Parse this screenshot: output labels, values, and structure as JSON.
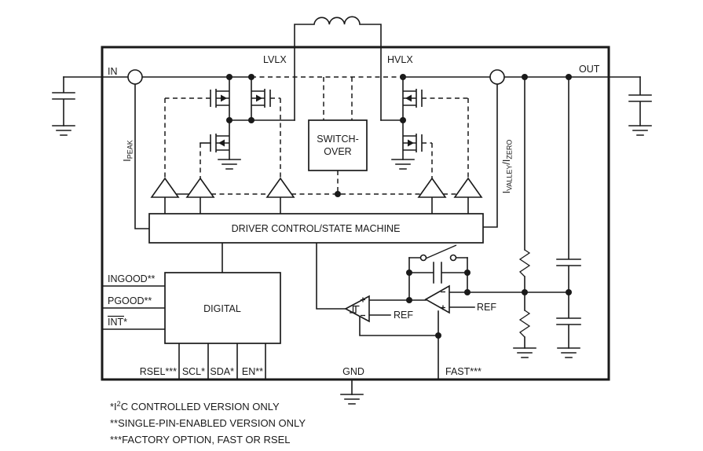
{
  "pins": {
    "in": "IN",
    "out": "OUT",
    "lvlx": "LVLX",
    "hvlx": "HVLX",
    "ingood": "INGOOD**",
    "pgood": "PGOOD**",
    "int_main": "INT",
    "int_suffix": "*",
    "rsel": "RSEL***",
    "scl": "SCL*",
    "sda": "SDA*",
    "en": "EN**",
    "gnd": "GND",
    "fast": "FAST***"
  },
  "blocks": {
    "switchover_line1": "SWITCH-",
    "switchover_line2": "OVER",
    "driver": "DRIVER CONTROL/STATE MACHINE",
    "digital": "DIGITAL"
  },
  "sense_labels": {
    "ipeak_main": "I",
    "ipeak_sub": "PEAK",
    "ivalley_main": "I",
    "ivalley_sub": "VALLEY",
    "slash": "/",
    "izero_main": "I",
    "izero_sub": "ZERO",
    "ref_comparator": "REF",
    "ref_erroramp": "REF"
  },
  "footnotes": {
    "f1_prefix": "*I",
    "f1_sup": "2",
    "f1_rest": "C CONTROLLED VERSION ONLY",
    "f2": "**SINGLE-PIN-ENABLED VERSION ONLY",
    "f3": "***FACTORY OPTION, FAST OR RSEL"
  },
  "colors": {
    "line": "#1a1a1a",
    "background": "#ffffff"
  }
}
